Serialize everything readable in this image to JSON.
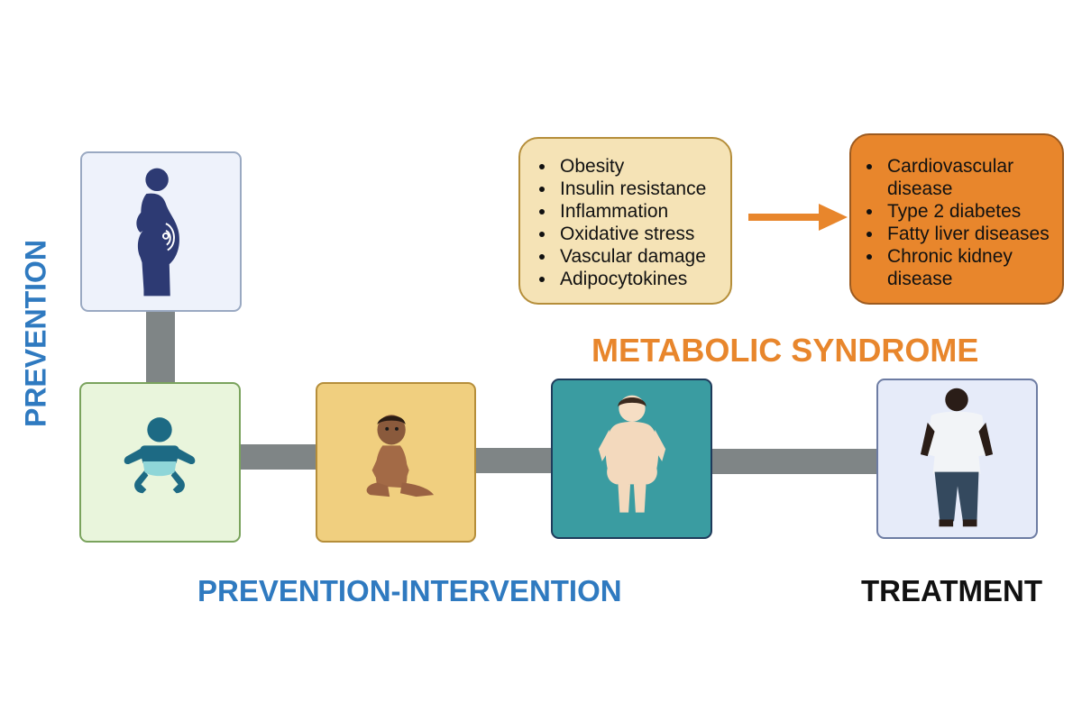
{
  "labels": {
    "prevention": "PREVENTION",
    "prevention_intervention": "PREVENTION-INTERVENTION",
    "metabolic_syndrome": "METABOLIC SYNDROME",
    "treatment": "TREATMENT"
  },
  "risk_factors": [
    "Obesity",
    "Insulin resistance",
    "Inflammation",
    "Oxidative stress",
    "Vascular damage",
    "Adipocytokines"
  ],
  "outcomes": [
    "Cardiovascular disease",
    "Type 2 diabetes",
    "Fatty liver diseases",
    "Chronic kidney disease"
  ],
  "stages": [
    {
      "icon": "pregnant-woman-icon"
    },
    {
      "icon": "infant-icon"
    },
    {
      "icon": "sitting-baby-icon"
    },
    {
      "icon": "overweight-child-icon"
    },
    {
      "icon": "obese-adult-icon"
    }
  ],
  "colors": {
    "blue_label": "#2f7ac0",
    "orange_label": "#e8862c",
    "connector": "#7f8586",
    "pregnancy_bg": "#eef2fb",
    "infant_bg": "#e9f5dc",
    "baby_bg": "#f0cf7f",
    "child_bg": "#3a9ca1",
    "adult_bg": "#e6ebf9",
    "risk_box_bg": "#f5e3b6",
    "outcome_box_bg": "#e8862c"
  }
}
